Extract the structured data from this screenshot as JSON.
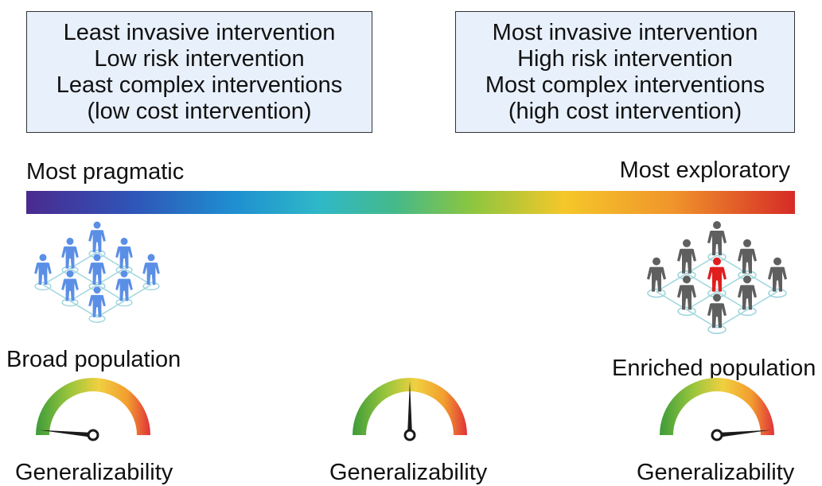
{
  "left_box": {
    "lines": [
      "Least invasive intervention",
      "Low risk intervention",
      "Least complex interventions",
      "(low cost intervention)"
    ]
  },
  "right_box": {
    "lines": [
      "Most invasive intervention",
      "High risk intervention",
      "Most complex interventions",
      "(high cost intervention)"
    ]
  },
  "spectrum": {
    "left_label": "Most pragmatic",
    "right_label": "Most exploratory",
    "colors": [
      "#4a2a8f",
      "#2f55b8",
      "#1f8fd0",
      "#2eb8c8",
      "#45b98a",
      "#8cc63f",
      "#f5c72a",
      "#f0952b",
      "#d62b27"
    ]
  },
  "populations": {
    "broad": {
      "label": "Broad population",
      "figure_color": "#5b8fe6"
    },
    "enriched": {
      "label": "Enriched population",
      "figure_color": "#5f5f5f",
      "highlight_color": "#e01e1e"
    }
  },
  "gauges": [
    {
      "label": "Generalizability",
      "level": 0.03
    },
    {
      "label": "Generalizability",
      "level": 0.5
    },
    {
      "label": "Generalizability",
      "level": 0.97
    }
  ]
}
